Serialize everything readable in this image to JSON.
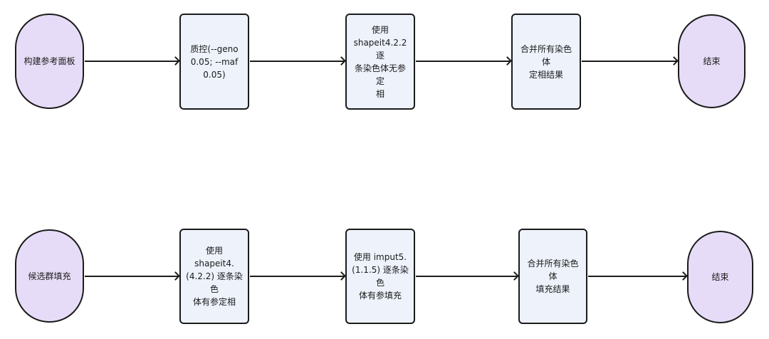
{
  "diagram": {
    "background_color": "#ffffff",
    "terminal_fill": "#e7dcf7",
    "process_fill": "#edf2fb",
    "stroke_color": "#1b1b1b",
    "rows": [
      {
        "name": "reference-panel-phasing-workflow",
        "nodes": [
          {
            "type": "terminal",
            "label": "构建参考面板"
          },
          {
            "type": "process",
            "label": "质控(--geno\n0.05; --maf 0.05)"
          },
          {
            "type": "process",
            "label": "使用\nshapeit4.2.2 逐\n条染色体无参定\n相"
          },
          {
            "type": "process",
            "label": "合并所有染色体\n定相结果"
          },
          {
            "type": "terminal",
            "label": "结束"
          }
        ]
      },
      {
        "name": "candidate-population-imputation-workflow",
        "nodes": [
          {
            "type": "terminal",
            "label": "候选群填充"
          },
          {
            "type": "process",
            "label": "使用 shapeit4.\n(4.2.2) 逐条染色\n体有参定相"
          },
          {
            "type": "process",
            "label": "使用 imput5.\n(1.1.5) 逐条染色\n体有参填充"
          },
          {
            "type": "process",
            "label": "合并所有染色体\n填充结果"
          },
          {
            "type": "terminal",
            "label": "结束"
          }
        ]
      }
    ]
  }
}
